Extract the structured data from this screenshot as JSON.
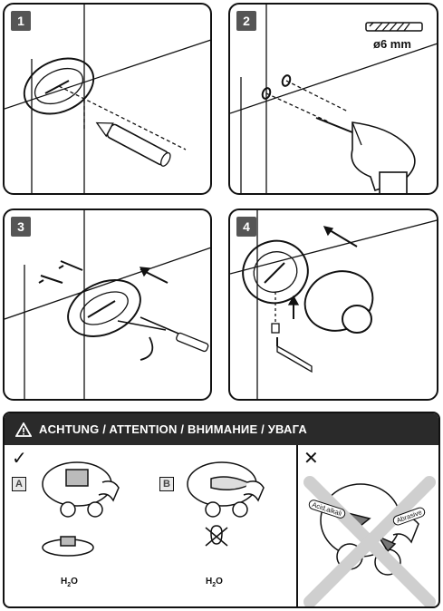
{
  "steps": [
    {
      "number": "1"
    },
    {
      "number": "2",
      "drill_size": "ø6 mm"
    },
    {
      "number": "3"
    },
    {
      "number": "4"
    }
  ],
  "warning": {
    "title": "ACHTUNG / ATTENTION / ВНИМАНИЕ / УВАГА",
    "ok_mark": "✓",
    "not_ok_mark": "✕",
    "option_a": "A",
    "option_b": "B",
    "water_a": "H",
    "water_sub": "2",
    "water_o": "O",
    "chem_acid": "Acid,alkali",
    "chem_abrasive": "Abrasive"
  }
}
